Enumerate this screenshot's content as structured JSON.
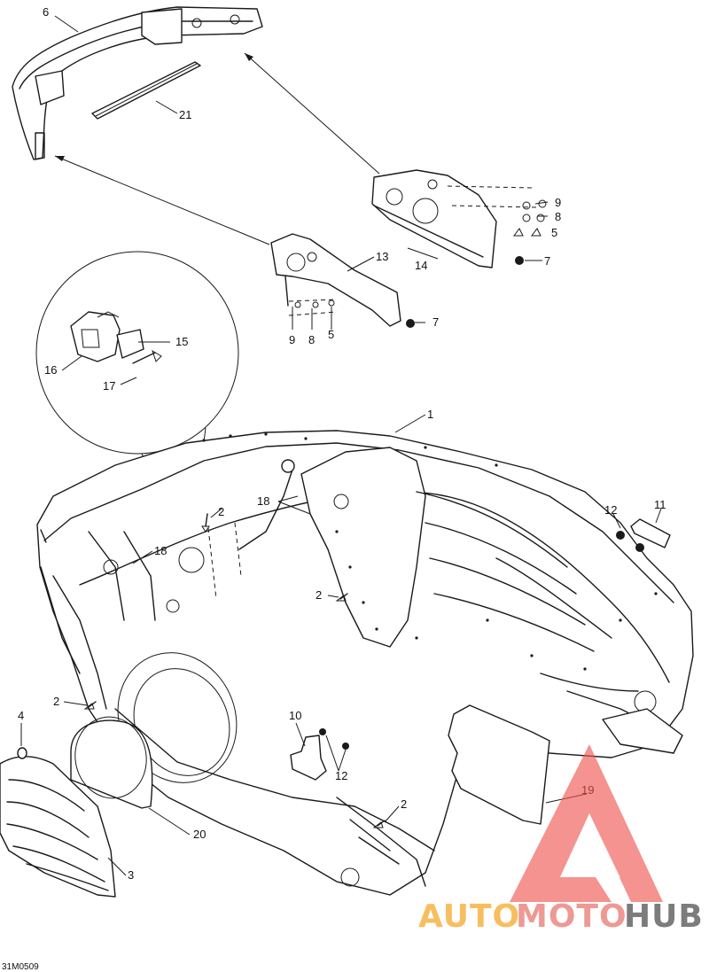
{
  "diagram": {
    "drawing_code": "31M0509",
    "callouts": [
      "1",
      "2",
      "3",
      "4",
      "5",
      "6",
      "7",
      "8",
      "9",
      "10",
      "11",
      "12",
      "13",
      "14",
      "15",
      "16",
      "17",
      "18",
      "19",
      "20",
      "21"
    ]
  },
  "watermark": {
    "part1": "AUTO",
    "part2": "MOTO",
    "part3": "HUB",
    "color1": "#f5a623",
    "color2": "#e8736b",
    "color3": "#4a4a4a",
    "logo_color": "#ee5550"
  }
}
